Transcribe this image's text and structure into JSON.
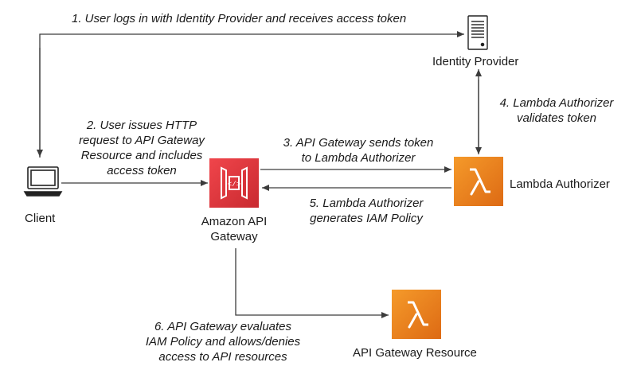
{
  "nodes": {
    "identity_provider": "Identity Provider",
    "client": "Client",
    "api_gateway": "Amazon API\nGateway",
    "lambda_authorizer": "Lambda Authorizer",
    "api_gateway_resource": "API Gateway Resource"
  },
  "steps": {
    "s1": "1. User logs in with Identity Provider and receives access token",
    "s2": "2. User issues HTTP\nrequest to API Gateway\nResource and includes\naccess token",
    "s3": "3. API Gateway sends token\nto Lambda Authorizer",
    "s4": "4. Lambda Authorizer\nvalidates token",
    "s5": "5. Lambda Authorizer\ngenerates IAM Policy",
    "s6": "6. API Gateway evaluates\nIAM Policy and allows/denies\naccess to API resources"
  },
  "icons": {
    "identity_provider": "server-icon",
    "client": "laptop-icon",
    "api_gateway": "api-gateway-icon",
    "lambda_authorizer": "lambda-icon",
    "api_gateway_resource": "lambda-icon"
  },
  "colors": {
    "api_gateway": "#e0363d",
    "lambda": "#ee7a1d",
    "arrow": "#3c3c3c"
  }
}
